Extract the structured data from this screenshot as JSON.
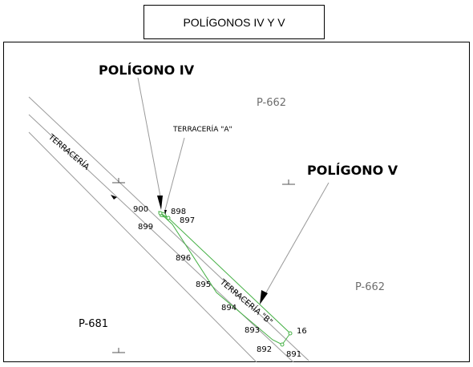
{
  "title": "POLÍGONOS IV Y V",
  "labels": {
    "poligono_iv": "POLÍGONO IV",
    "poligono_v": "POLÍGONO V",
    "terraceria_a": "TERRACERÍA \"A\"",
    "terraceria": "TERRACERÍA",
    "terraceria_b": "TERRACERÍA \"B\"",
    "p662_top": "P-662",
    "p662_right": "P-662",
    "p681": "P-681"
  },
  "vertices": {
    "v900": "900",
    "v899": "899",
    "v898": "898",
    "v897": "897",
    "v896": "896",
    "v895": "895",
    "v894": "894",
    "v893": "893",
    "v892": "892",
    "v891": "891",
    "v16": "16"
  },
  "colors": {
    "polygon_v_outline": "#44b044",
    "road_lines": "#9a9a9a",
    "parcel_label": "#6e6e6e",
    "text": "#000000"
  }
}
